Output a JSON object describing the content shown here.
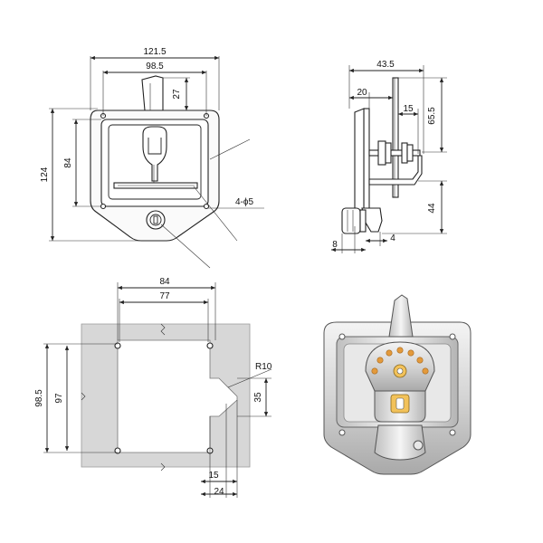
{
  "front_view": {
    "dim_width_outer": "121.5",
    "dim_width_inner": "98.5",
    "dim_handle_height": "27",
    "dim_height_outer": "124",
    "dim_height_inner": "84",
    "hole_callout": "4-ϕ5"
  },
  "side_view": {
    "dim_depth_total": "43.5",
    "dim_flange": "20",
    "dim_offset": "15",
    "dim_upper": "65.5",
    "dim_lower": "44",
    "dim_left": "8",
    "dim_right": "4"
  },
  "cutout_view": {
    "dim_width_outer": "84",
    "dim_width_inner": "77",
    "dim_height_outer": "98.5",
    "dim_height_inner": "97",
    "dim_radius": "R10",
    "dim_notch": "35",
    "dim_bottom_inner": "15",
    "dim_bottom_outer": "24"
  },
  "colors": {
    "line": "#222222",
    "plate_fill": "#d7d7d7",
    "metal_light": "#ededed",
    "metal_mid": "#cfcfcf",
    "metal_dark": "#9a9a9a",
    "accent_orange": "#e39a3c",
    "accent_yellow": "#f2c25a"
  }
}
